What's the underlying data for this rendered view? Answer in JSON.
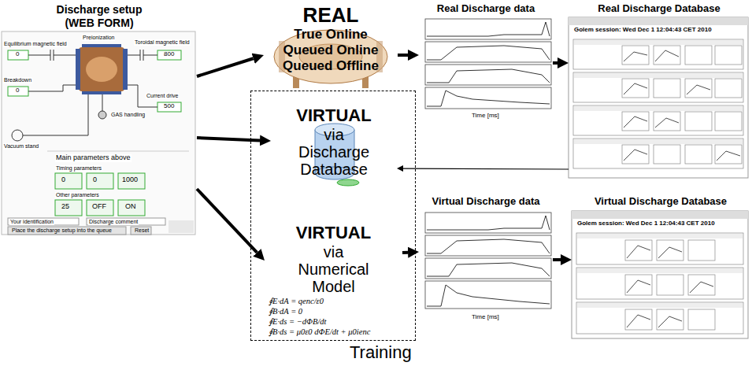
{
  "diagram": {
    "nodes": [
      {
        "text": [
          "Discharge setup (WEB FORM)"
        ]
      },
      {
        "text": [
          "REAL",
          "True Online Queued Online Queued Offline"
        ]
      },
      {
        "text": [
          "Training"
        ]
      },
      {
        "text": [
          "VIRTUAL",
          "via Discharge Database"
        ],
        "in": 2
      },
      {
        "text": [
          "VIRTUAL",
          "via Numerical Model"
        ],
        "in": 2
      },
      {
        "text": [
          "Real Discharge data"
        ]
      },
      {
        "text": [
          "Real Discharge Database"
        ]
      },
      {
        "text": [
          "Virtual Discharge data"
        ]
      },
      {
        "text": [
          "Virtual Discharge Database"
        ]
      }
    ],
    "edges": [
      {
        "from": 0,
        "to": 1,
        "arrow": "to"
      },
      {
        "from": 0,
        "to": 3,
        "arrow": "to"
      },
      {
        "from": 0,
        "to": 4,
        "arrow": "to"
      },
      {
        "from": 1,
        "to": 5,
        "arrow": "to"
      },
      {
        "from": 5,
        "to": 6,
        "arrow": "to"
      },
      {
        "from": 6,
        "to": 3,
        "arrow": "to"
      },
      {
        "from": 4,
        "to": 7,
        "arrow": "to"
      },
      {
        "from": 7,
        "to": 8,
        "arrow": "to"
      }
    ],
    "labels": [
      "Equilibrium magnetic field",
      "Breakdown",
      "Preionization",
      "Toroidal magnetic field",
      "Current drive",
      "Vacuum stand",
      "GAS handling",
      "0",
      "800",
      "0",
      "500",
      "Main parameters above",
      "Timing parameters",
      "0",
      "0",
      "1000",
      "Other parameters",
      "25",
      "OFF",
      "ON",
      "Your identification",
      "Discharge comment",
      "Place the discharge setup into the queue",
      "Reset",
      "∮E·dA = qenc/ε0",
      "∮B·dA = 0",
      "∮E·ds = −dΦB/dt",
      "∮B·ds = μ0ε0 dΦE/dt + μ0ienc",
      "Time [ms]",
      "Golem session: Wed Dec 1 12:04:43 CET 2010",
      "Time [ms]",
      "Golem session: Wed Dec 1 12:04:43 CET 2010"
    ]
  }
}
